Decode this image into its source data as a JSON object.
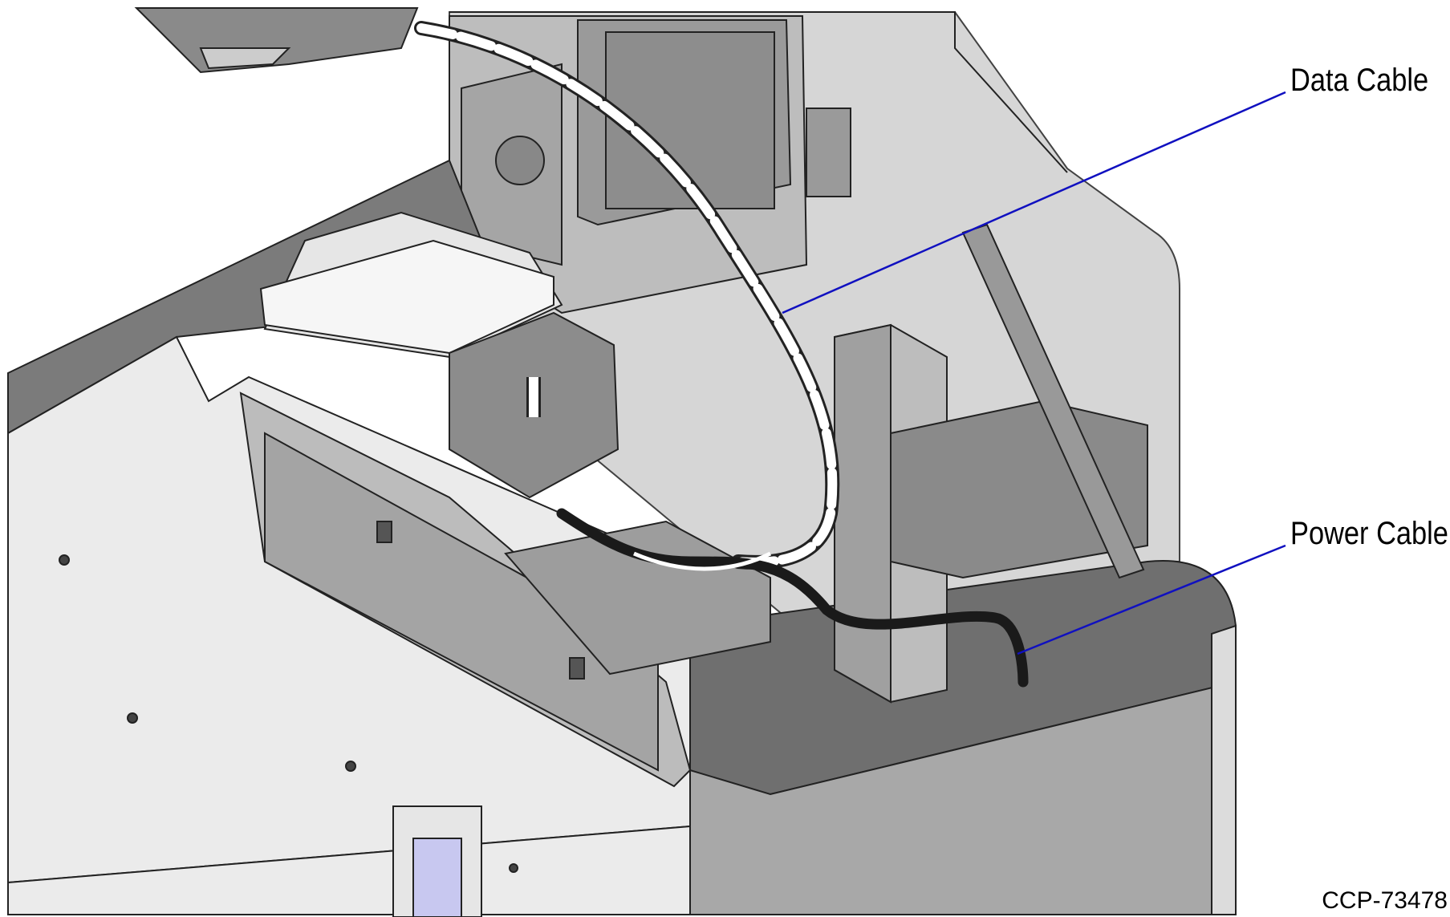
{
  "callouts": {
    "data_cable": "Data Cable",
    "power_cable": "Power Cable"
  },
  "figure_id": "CCP-73478",
  "colors": {
    "callout_line": "#1010c0",
    "housing_dark": "#6e6e6e",
    "housing_mid": "#a9a9a9",
    "panel_light": "#ececec",
    "cable_white": "#ffffff",
    "cable_black": "#1a1a1a",
    "bracket_blue": "#c8c8f0"
  }
}
